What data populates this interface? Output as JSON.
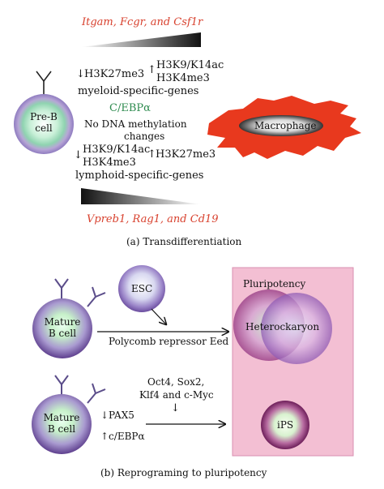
{
  "panel_a": {
    "top_genes_1": "Itgam",
    "top_genes_sep1": ", ",
    "top_genes_2": "Fcgr",
    "top_genes_sep2": ", and ",
    "top_genes_3": "Csf1r",
    "down1_arrow": "↓",
    "down1_mark": "H3K27me3",
    "up1_arrow": "↑",
    "up1_mark_a": "H3K9/K14ac",
    "up1_mark_b": "H3K4me3",
    "myeloid": "myeloid-specific-genes",
    "factor": "C/EBPα",
    "no_methyl_1": "No DNA methylation",
    "no_methyl_2": "changes",
    "down2_arrow": "↓",
    "down2_mark_a": "H3K9/K14ac",
    "down2_mark_b": "H3K4me3",
    "up2_arrow": "↑",
    "up2_mark": "H3K27me3",
    "lymphoid": "lymphoid-specific-genes",
    "bottom_genes_1": "Vpreb1",
    "bottom_genes_sep1": ", ",
    "bottom_genes_2": "Rag1",
    "bottom_genes_sep2": ", and ",
    "bottom_genes_3": "Cd19",
    "preb_line1": "Pre-B",
    "preb_line2": "cell",
    "macrophage": "Macrophage",
    "caption": "(a)  Transdifferentiation"
  },
  "panel_b": {
    "pluripotency": "Pluripotency",
    "esc": "ESC",
    "mature1_line1": "Mature",
    "mature1_line2": "B cell",
    "polycomb": "Polycomb repressor Eed",
    "heterokaryon": "Heterockaryon",
    "factors_1": "Oct4, Sox2,",
    "factors_2": "Klf4 and c-Myc",
    "factors_arrow": "↓",
    "mature2_line1": "Mature",
    "mature2_line2": "B cell",
    "pax5": "↓PAX5",
    "cebpa": "↑c/EBPα",
    "ips": "iPS",
    "caption": "(b)  Reprograming to pluripotency"
  },
  "colors": {
    "gene_red": "#d8412e",
    "factor_green": "#2e8b4f",
    "macrophage_red": "#e8391e",
    "pluripotency_pink": "#f3bfd3",
    "cell_purple": "#7b5aa6"
  }
}
